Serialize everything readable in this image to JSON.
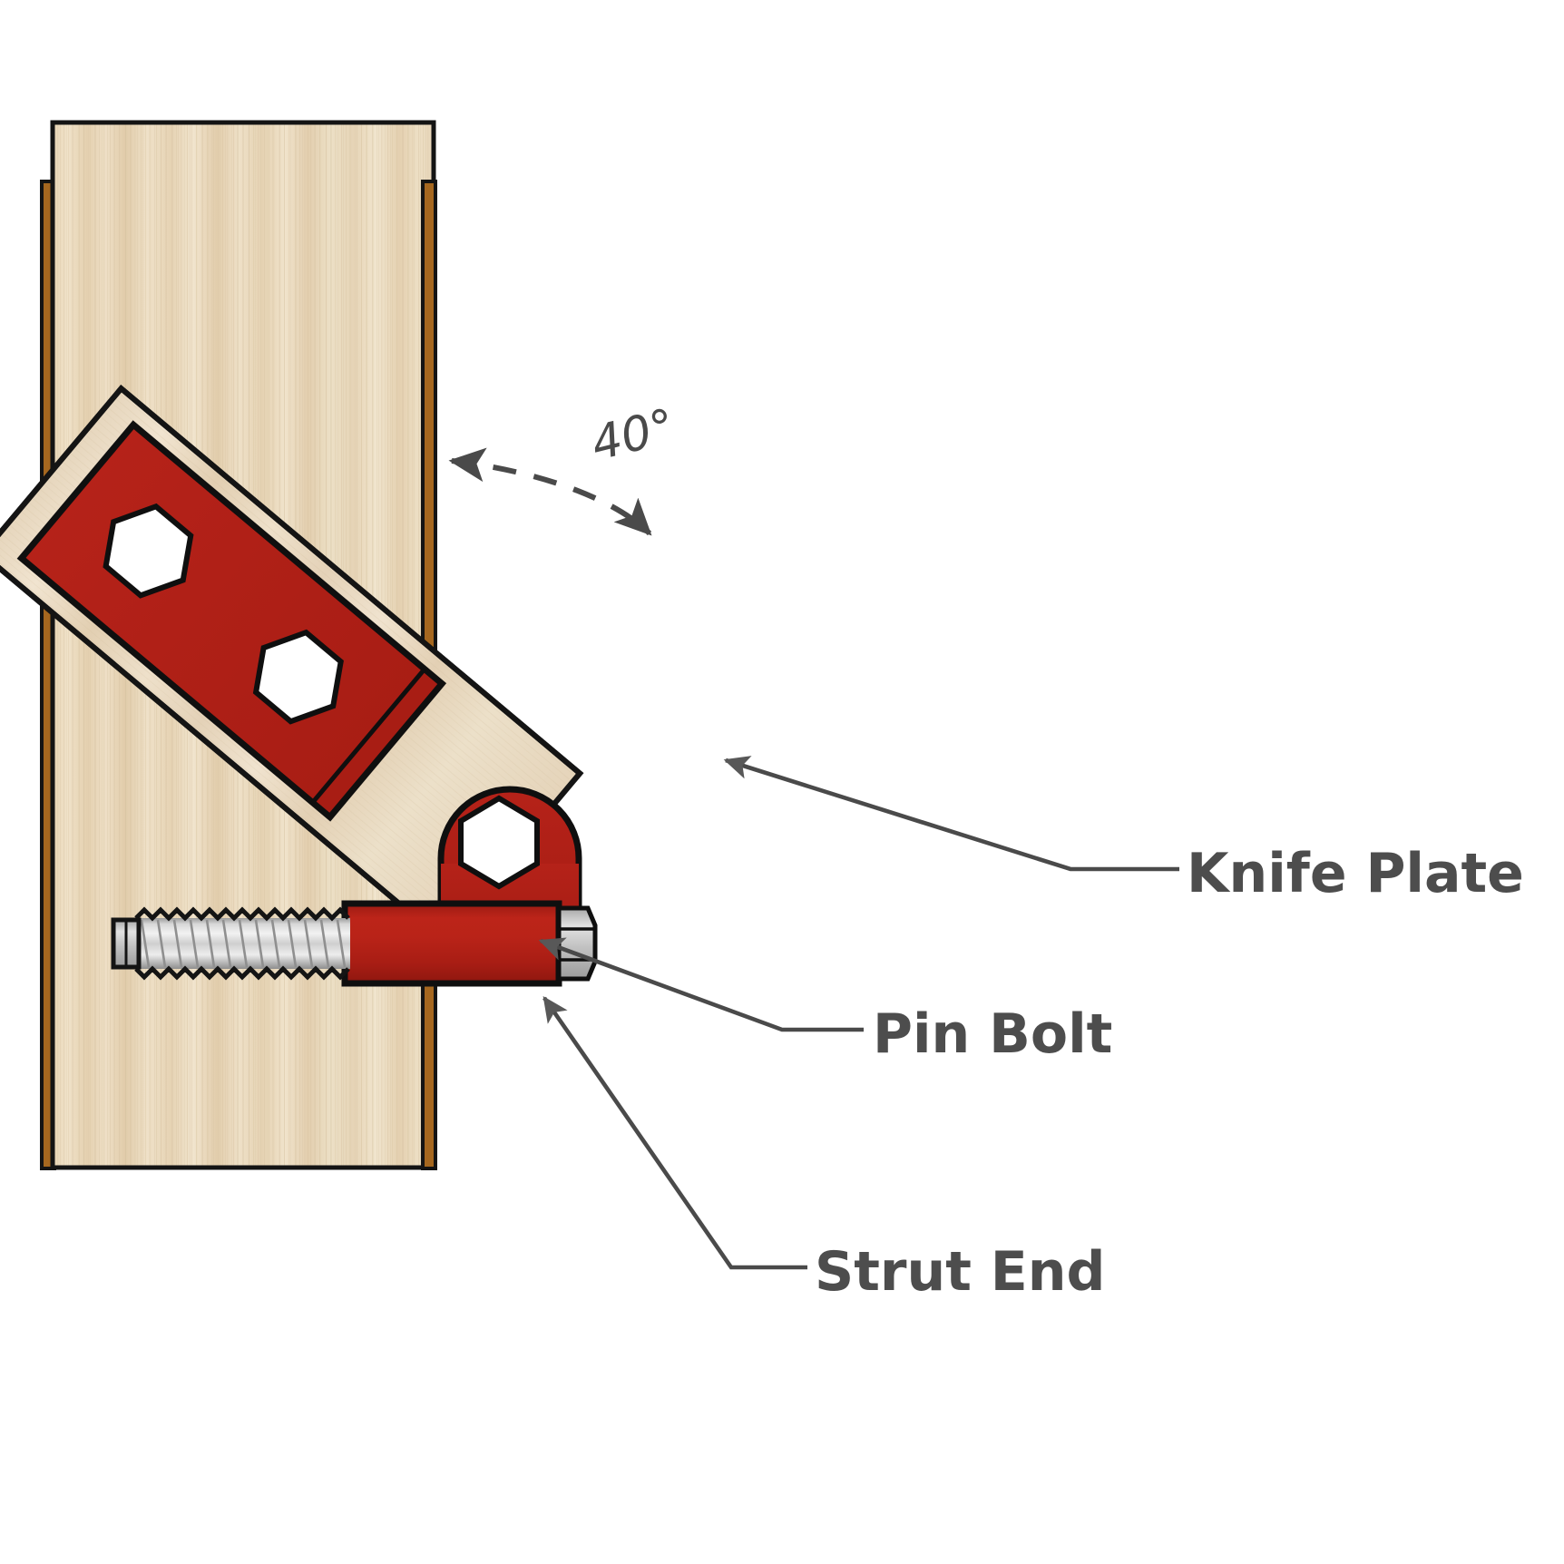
{
  "diagram": {
    "title": "Knife plate strut connection detail",
    "background_color": "#ffffff"
  },
  "annotations": {
    "angle": {
      "value": "40°",
      "name": "strut-angle-dimension",
      "from": "post face",
      "to": "strut centerline"
    },
    "labels": [
      {
        "id": "knife-plate",
        "text": "Knife Plate"
      },
      {
        "id": "pin-bolt",
        "text": "Pin Bolt"
      },
      {
        "id": "strut-end",
        "text": "Strut End"
      }
    ]
  },
  "colors": {
    "steel_red": "#b01f18",
    "steel_red_dark": "#9d1b13",
    "wood_light": "#ead8bd",
    "wood_mid": "#e3cfb0",
    "wood_edge": "#a5671f",
    "outline": "#111111",
    "label_gray": "#4d4d4d",
    "leader_gray": "#4a4a4a",
    "bolt_silver": "#c9c9c9",
    "hole_white": "#ffffff"
  },
  "parts": {
    "post": {
      "name": "timber-post",
      "material": "wood"
    },
    "strut": {
      "name": "timber-strut",
      "material": "wood"
    },
    "knife_plate": {
      "name": "knife-plate",
      "material": "steel",
      "holes": 3
    },
    "pin_bolt": {
      "name": "pin-bolt",
      "material": "steel"
    },
    "strut_end": {
      "name": "strut-end-cylinder",
      "material": "steel"
    },
    "lag_rod": {
      "name": "threaded-lag-rod",
      "material": "steel"
    }
  }
}
